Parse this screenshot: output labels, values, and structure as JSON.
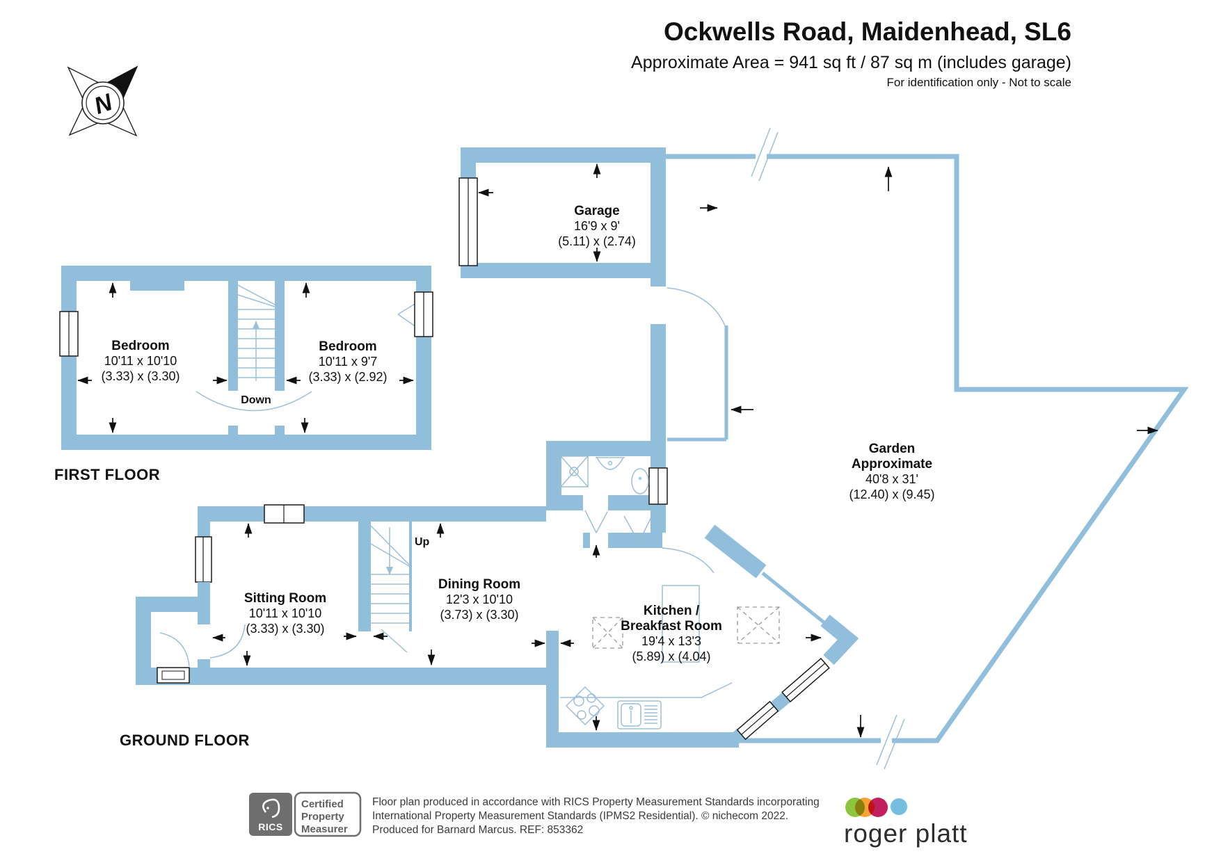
{
  "header": {
    "title": "Ockwells Road, Maidenhead, SL6",
    "subtitle": "Approximate Area = 941 sq ft / 87 sq m (includes garage)",
    "note": "For identification only - Not to scale"
  },
  "compass": {
    "label": "N"
  },
  "floor_labels": {
    "first": "FIRST FLOOR",
    "ground": "GROUND FLOOR"
  },
  "stairs": {
    "down_label": "Down",
    "up_label": "Up"
  },
  "rooms": {
    "garage": {
      "name": "Garage",
      "dims_ft": "16'9 x 9'",
      "dims_m": "(5.11) x (2.74)"
    },
    "bedroom1": {
      "name": "Bedroom",
      "dims_ft": "10'11 x 10'10",
      "dims_m": "(3.33) x (3.30)"
    },
    "bedroom2": {
      "name": "Bedroom",
      "dims_ft": "10'11 x 9'7",
      "dims_m": "(3.33) x (2.92)"
    },
    "sitting": {
      "name": "Sitting Room",
      "dims_ft": "10'11 x 10'10",
      "dims_m": "(3.33) x (3.30)"
    },
    "dining": {
      "name": "Dining Room",
      "dims_ft": "12'3 x 10'10",
      "dims_m": "(3.73) x (3.30)"
    },
    "kitchen": {
      "name_line1": "Kitchen /",
      "name_line2": "Breakfast Room",
      "dims_ft": "19'4 x 13'3",
      "dims_m": "(5.89) x (4.04)"
    },
    "garden": {
      "name_line1": "Garden",
      "name_line2": "Approximate",
      "dims_ft": "40'8 x 31'",
      "dims_m": "(12.40) x (9.45)"
    }
  },
  "footer": {
    "rics": {
      "brand": "RICS",
      "certification": [
        "Certified",
        "Property",
        "Measurer"
      ]
    },
    "disclaimer": [
      "Floor plan produced in accordance with RICS Property Measurement Standards incorporating",
      "International Property Measurement Standards (IPMS2 Residential).    © nichecom 2022.",
      "Produced for Barnard Marcus.    REF:  853362"
    ],
    "brand": "roger platt"
  },
  "colors": {
    "wall_blue": "#90BEDB",
    "logo_green": "#8CC63E",
    "logo_orange": "#F7A234",
    "logo_crimson": "#C21F5E",
    "logo_blue": "#74BEE0"
  }
}
